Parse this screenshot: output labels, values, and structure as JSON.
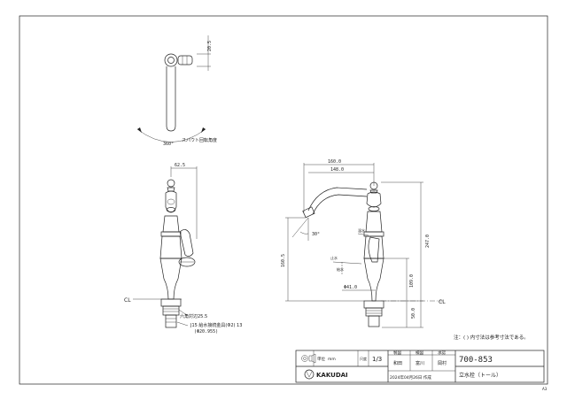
{
  "dimensions": {
    "top_offset": "20.5",
    "rotation_angle": "360°",
    "rotation_label": "スパウト回転角度",
    "front_width": "62.5",
    "spout_width_outer": "160.0",
    "spout_width_inner": "148.0",
    "spout_angle": "30°",
    "total_height": "247.0",
    "spout_height": "160.5",
    "body_height": "109.0",
    "base_dia": "Φ41.0",
    "base_height": "50.0",
    "fit_dia": "六角対辺25.5",
    "thread": "J15 給水接続金具(Φ2) 13",
    "cl_left": "CL",
    "cl_right": "CL",
    "handle_label_top": "温水",
    "handle_label_mid": "止水",
    "handle_label_bot": "給水"
  },
  "note": "注：( ) 内寸法は参考寸法である。",
  "title_block": {
    "unit_label": "単位",
    "unit_value": "mm",
    "scale_label": "尺度",
    "scale_value": "1/3",
    "headers": [
      "製図",
      "検図",
      "承認"
    ],
    "names": [
      "和田",
      "富川",
      "岡村"
    ],
    "brand": "KAKUDAI",
    "date": "2024年04月26日 作成",
    "model_no": "700-853",
    "product_name": "立水栓（トール）"
  },
  "sheet_size": "A3"
}
